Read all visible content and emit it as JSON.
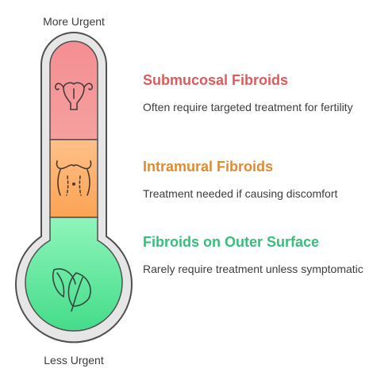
{
  "scale": {
    "top_label": "More Urgent",
    "bottom_label": "Less Urgent"
  },
  "levels": [
    {
      "title": "Submucosal Fibroids",
      "description": "Often require targeted treatment for fertility",
      "color": "#e05a5a",
      "fill": "#f7848c",
      "icon": "uterus-icon"
    },
    {
      "title": "Intramural Fibroids",
      "description": "Treatment needed if causing discomfort",
      "color": "#e08a32",
      "fill": "#fbb36a",
      "icon": "abdomen-icon"
    },
    {
      "title": "Fibroids on Outer Surface",
      "description": "Rarely require treatment unless symptomatic",
      "color": "#34c07a",
      "fill": "#5ee79b",
      "icon": "leaves-icon"
    }
  ]
}
